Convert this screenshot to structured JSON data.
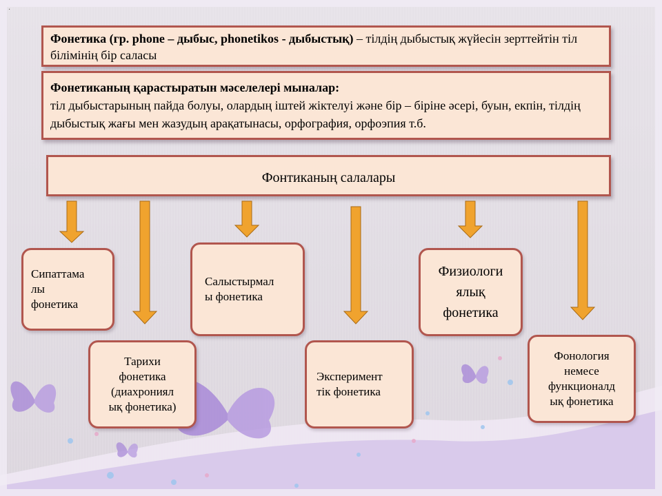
{
  "slide": {
    "corner_mark": ".",
    "definition": {
      "bold": "Фонетика (гр. phone – дыбыс, phonetikos - дыбыстық)",
      "rest": " – тілдің дыбыстық жүйесін зерттейтін тіл білімінің бір саласы"
    },
    "issues": {
      "heading": "Фонетиканың қарастыратын мәселелері мыналар:",
      "body": "тіл дыбыстарының пайда болуы, олардың іштей жіктелуі және бір – біріне әсері, буын, екпін, тілдің дыбыстық жағы мен жазудың арақатынасы, орфография, орфоэпия т.б."
    },
    "branches_title": "Фонтиканың салалары",
    "nodes": [
      {
        "label": "Сипаттама\nлы\nфонетика"
      },
      {
        "label": "Тарихи\nфонетика\n(диахрониял\nық фонетика)"
      },
      {
        "label": "Салыстырмал\nы фонетика"
      },
      {
        "label": "Эксперимент\nтік фонетика"
      },
      {
        "label": "Физиологи\nялық\nфонетика"
      },
      {
        "label": "Фонология\nнемесе\nфункционалд\nық фонетика"
      }
    ]
  },
  "colors": {
    "box_fill": "#fbe6d6",
    "box_border": "#b1564e",
    "arrow_fill": "#f0a32e",
    "butterfly": "#a98ad8",
    "wave": "#c9b3e6"
  }
}
